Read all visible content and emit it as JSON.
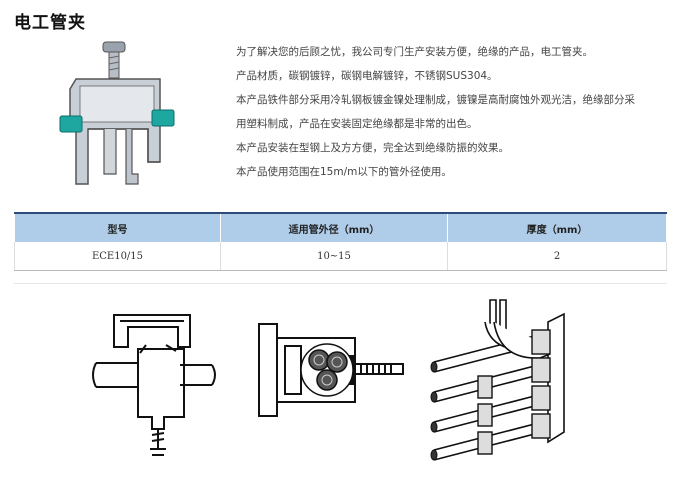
{
  "page": {
    "title": "电工管夹"
  },
  "description": [
    "为了解决您的后顾之忧，我公司专门生产安装方便，绝缘的产品，电工管夹。",
    "产品材质，碳钢镀锌，碳钢电解镀锌，不锈钢SUS304。",
    "本产品铁件部分采用冷轧钢板镀金镍处理制成，镀镍是高耐腐蚀外观光洁，绝缘部分采",
    "用塑料制成，产品在安装固定绝缘都是非常的出色。",
    "本产品安装在型钢上及方方便，完全达到绝缘防振的效果。",
    "本产品使用范围在15m/m以下的管外径使用。"
  ],
  "table": {
    "headers": [
      "型号",
      "适用管外径（mm）",
      "厚度（mm）"
    ],
    "rows": [
      [
        "ECE10/15",
        "10~15",
        "2"
      ]
    ]
  },
  "colors": {
    "header_bg": "#afcde9",
    "header_border": "#2b4b78",
    "insulator": "#1ea7a0"
  }
}
